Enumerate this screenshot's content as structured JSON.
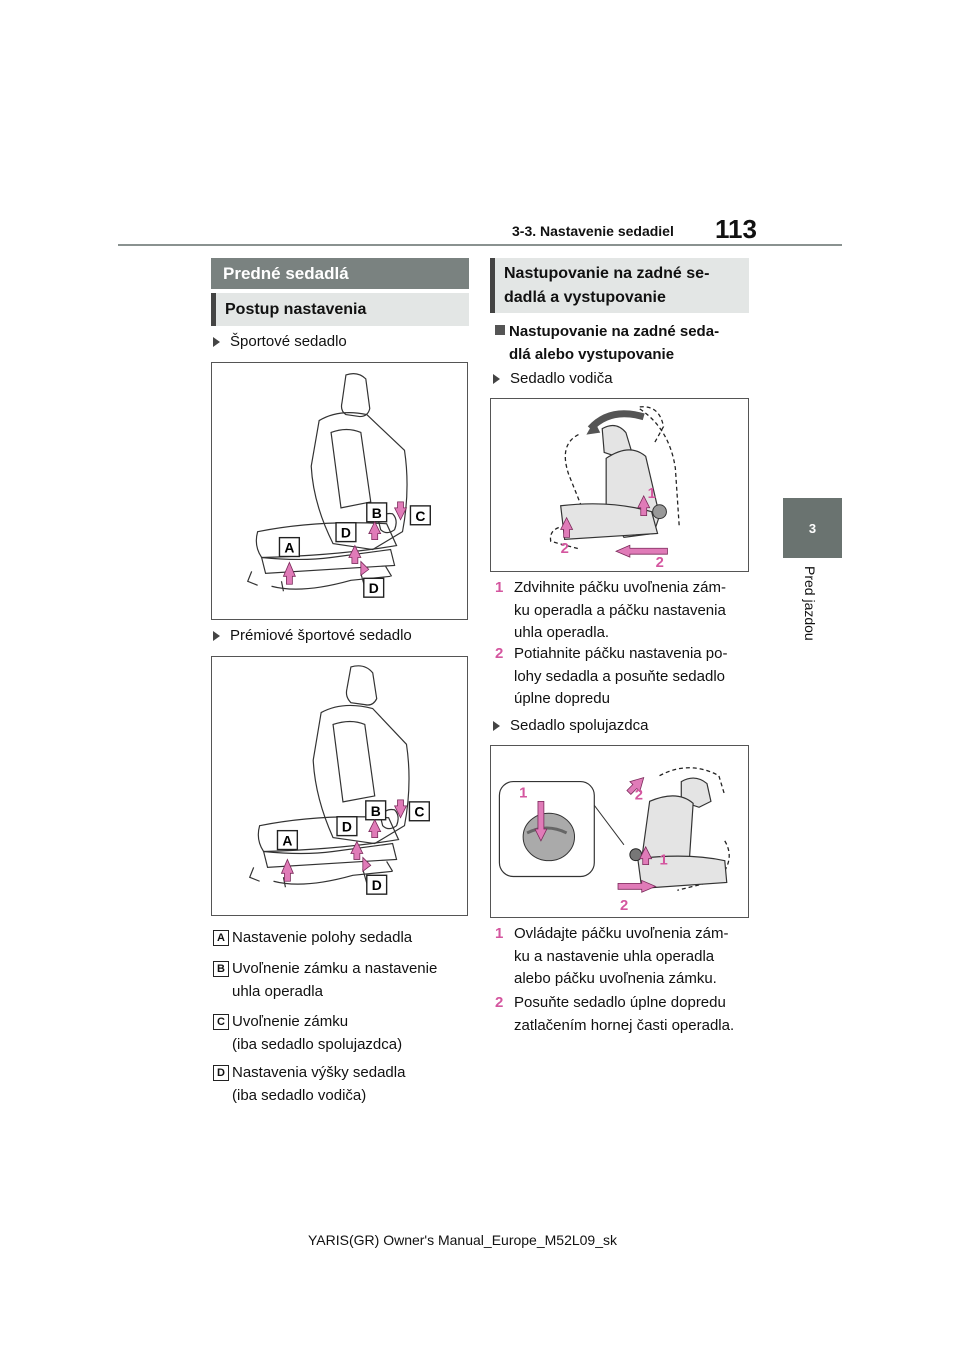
{
  "header": {
    "section": "3-3. Nastavenie sedadiel",
    "page_number": "113"
  },
  "chapter": {
    "number": "3",
    "title": "Pred jazdou"
  },
  "left": {
    "title": "Predné sedadlá",
    "subtitle": "Postup nastavenia",
    "bullet1": "Športové sedadlo",
    "bullet2": "Prémiové športové sedadlo",
    "legend": [
      {
        "letter": "A",
        "line1": "Nastavenie polohy sedadla",
        "line2": ""
      },
      {
        "letter": "B",
        "line1": "Uvoľnenie zámku a nastavenie",
        "line2": "uhla operadla"
      },
      {
        "letter": "C",
        "line1": "Uvoľnenie zámku",
        "line2": "(iba sedadlo spolujazdca)"
      },
      {
        "letter": "D",
        "line1": "Nastavenia výšky sedadla",
        "line2": "(iba sedadlo vodiča)"
      }
    ]
  },
  "right": {
    "title_line1": "Nastupovanie na zadné se-",
    "title_line2": "dadlá a vystupovanie",
    "heading_line1": "Nastupovanie na zadné seda-",
    "heading_line2": "dlá alebo vystupovanie",
    "bullet1": "Sedadlo vodiča",
    "bullet2": "Sedadlo spolujazdca",
    "driver_steps": [
      {
        "num": "1",
        "lines": [
          "Zdvihnite páčku uvoľnenia zám-",
          "ku operadla a páčku nastavenia",
          "uhla operadla."
        ]
      },
      {
        "num": "2",
        "lines": [
          "Potiahnite páčku nastavenia po-",
          "lohy sedadla a posuňte sedadlo",
          "úplne dopredu"
        ]
      }
    ],
    "passenger_steps": [
      {
        "num": "1",
        "lines": [
          "Ovládajte páčku uvoľnenia zám-",
          "ku a nastavenie uhla operadla",
          "alebo páčku uvoľnenia zámku."
        ]
      },
      {
        "num": "2",
        "lines": [
          "Posuňte sedadlo úplne dopredu",
          "zatlačením hornej časti operadla."
        ]
      }
    ]
  },
  "figures": {
    "seat_labels": {
      "a": "A",
      "b": "B",
      "c": "C",
      "d": "D"
    },
    "step_labels": {
      "one": "1",
      "two": "2"
    }
  },
  "footer": "YARIS(GR) Owner's Manual_Europe_M52L09_sk",
  "colors": {
    "accent_pink": "#d4569f",
    "bar_gray": "#7a8280",
    "tab_gray": "#6a7370"
  }
}
